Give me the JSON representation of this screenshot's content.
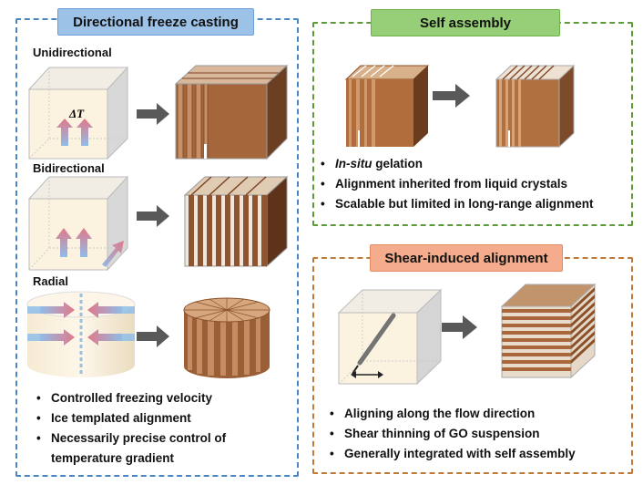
{
  "freeze": {
    "title": "Directional freeze casting",
    "modes": [
      "Unidirectional",
      "Bidirectional",
      "Radial"
    ],
    "delta_t": "ΔT",
    "bullets": [
      "Controlled freezing velocity",
      "Ice templated alignment",
      "Necessarily precise control of",
      "temperature gradient"
    ]
  },
  "self_assembly": {
    "title": "Self assembly",
    "bullet_italic": "In-situ",
    "bullet_rest": " gelation",
    "bullets": [
      "Alignment inherited from liquid crystals",
      "Scalable but limited in long-range alignment"
    ]
  },
  "shear": {
    "title": "Shear-induced alignment",
    "bullets": [
      "Aligning along the flow direction",
      "Shear thinning of GO suspension",
      "Generally integrated with self assembly"
    ]
  },
  "colors": {
    "freeze_border": "#4a86c5",
    "self_border": "#5e9a3a",
    "shear_border": "#c07a35",
    "sheet_brown": "#9a5f36",
    "cube_fill": "#fbf3e0",
    "arrow": "#555555"
  }
}
